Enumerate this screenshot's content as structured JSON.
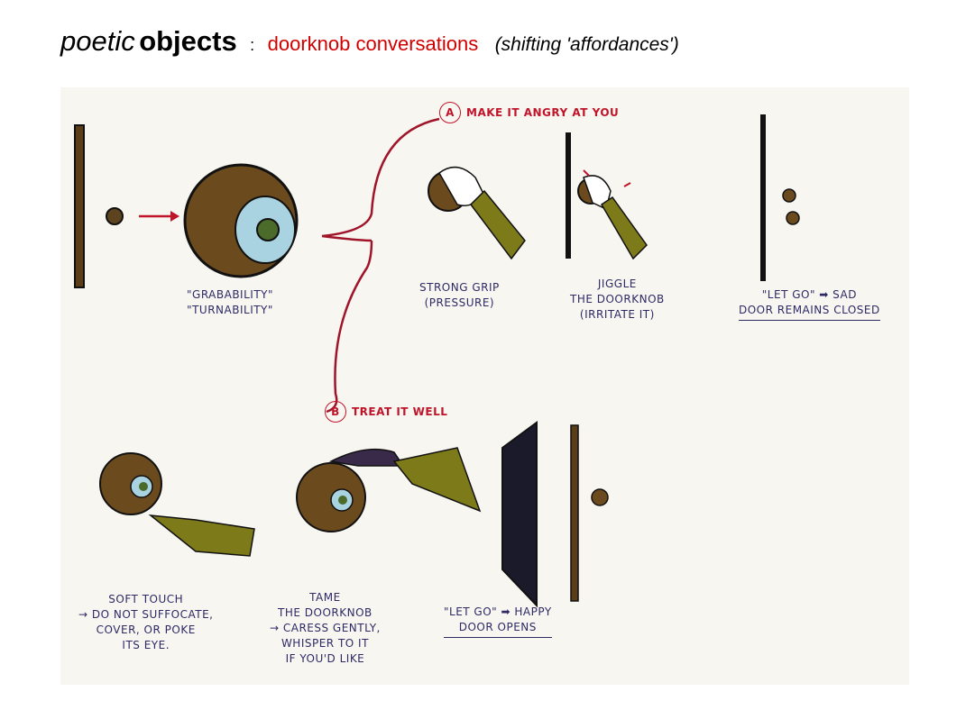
{
  "title": {
    "word1": "poetic",
    "word2": "objects",
    "separator": ":",
    "subtitle": "doorknob conversations",
    "parenthetical": "(shifting 'affordances')"
  },
  "colors": {
    "accent": "#d10000",
    "ink": "#2e2a66",
    "knob": "#6b4a1e"
  },
  "sketch": {
    "intro": {
      "line1": "\"Grabability\"",
      "line2": "\"Turnability\""
    },
    "branch_a": {
      "letter": "A",
      "label": "Make it angry at you",
      "steps": [
        {
          "lines": [
            "Strong grip",
            "(pressure)"
          ]
        },
        {
          "lines": [
            "Jiggle",
            "the doorknob",
            "(irritate it)"
          ]
        },
        {
          "lines": [
            "\"Let go\" ➡ sad",
            "door remains closed"
          ]
        }
      ]
    },
    "branch_b": {
      "letter": "B",
      "label": "Treat it well",
      "steps": [
        {
          "lines": [
            "Soft touch",
            "→ do not suffocate,",
            "cover, or poke",
            "its eye."
          ]
        },
        {
          "lines": [
            "Tame",
            "the doorknob",
            "→ caress gently,",
            "whisper to it",
            "if you'd like"
          ]
        },
        {
          "lines": [
            "\"Let go\" ➡ happy",
            "door opens"
          ]
        }
      ]
    }
  }
}
